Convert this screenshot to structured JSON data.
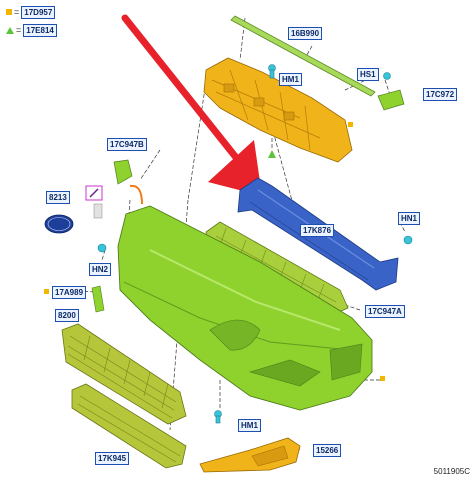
{
  "legend": [
    {
      "symbol": "square-marker",
      "color": "#f2b600",
      "equals": "=",
      "code": "17D957"
    },
    {
      "symbol": "triangle-marker",
      "color": "#5cc43a",
      "equals": "=",
      "code": "17E814"
    }
  ],
  "callouts": {
    "c_16B990": "16B990",
    "c_HM1_top": "HM1",
    "c_HS1": "HS1",
    "c_17C972": "17C972",
    "c_17C947B": "17C947B",
    "c_8213": "8213",
    "c_HN2": "HN2",
    "c_HN1": "HN1",
    "c_17K876": "17K876",
    "c_17A989": "17A989",
    "c_17C947A": "17C947A",
    "c_8200": "8200",
    "c_HM1_bottom": "HM1",
    "c_15266": "15266",
    "c_17K945": "17K945"
  },
  "figure_id": "5011905C",
  "colors": {
    "accent_arrow": "#e8222a",
    "callout_border": "#1c4fb0",
    "callout_fill": "#eaf3ff",
    "bumper_green": "#8fd12d",
    "absorber_yellow": "#f0b319",
    "reinforcement_blue": "#3a63c8",
    "fastener_cyan": "#39c3d9"
  }
}
